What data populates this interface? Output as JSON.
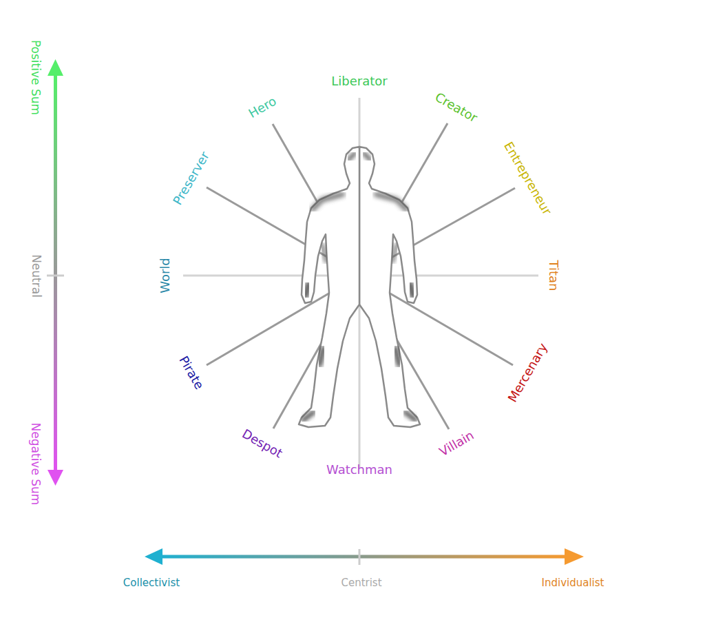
{
  "diagram": {
    "labels": [
      "Liberator",
      "Creator",
      "Entrepreneur",
      "Titan",
      "Mercenary",
      "Villain",
      "Watchman",
      "Despot",
      "Pirate",
      "World",
      "Preserver",
      "Hero",
      "Positive Sum",
      "Neutral",
      "Negative Sum",
      "Collectivist",
      "Centrist",
      "Individualist"
    ]
  }
}
